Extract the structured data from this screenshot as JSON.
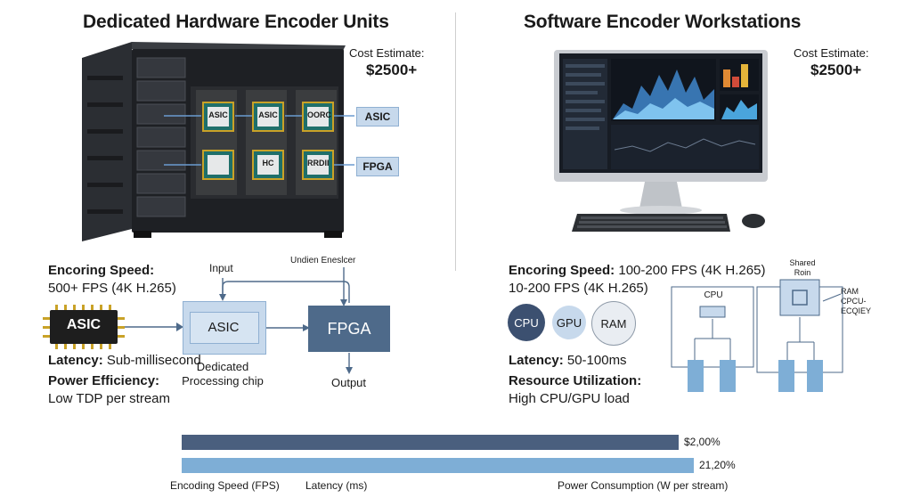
{
  "left": {
    "title": "Dedicated Hardware Encoder Units",
    "cost_label": "Cost Estimate:",
    "cost_value": "$2500+",
    "server_chips": [
      "ASIC",
      "ASIC",
      "OORC",
      "",
      "HC",
      "RRDII"
    ],
    "callouts": [
      "ASIC",
      "FPGA"
    ],
    "speed_label": "Encoring Speed:",
    "speed_value": "500+ FPS (4K H.265)",
    "latency_label": "Latency:",
    "latency_value": "Sub-millisecond",
    "power_label": "Power Efficiency:",
    "power_value": "Low TDP per stream",
    "chip_badge": "ASIC",
    "flow": {
      "input": "Input",
      "top_label": "Undien Eneslcer",
      "asic": "ASIC",
      "fpga": "FPGA",
      "caption_line1": "Dedicated",
      "caption_line2": "Processing chip",
      "output": "Output"
    }
  },
  "right": {
    "title": "Software Encoder Workstations",
    "cost_label": "Cost Estimate:",
    "cost_value": "$2500+",
    "speed_label": "Encoring Speed:",
    "speed_value": "100-200 FPS (4K H.265)",
    "speed_value2": "10-200 FPS (4K H.265)",
    "resources": [
      "CPU",
      "GPU",
      "RAM"
    ],
    "latency_label": "Latency:",
    "latency_value": "50-100ms",
    "resource_label": "Resource Utilization:",
    "resource_value": "High CPU/GPU load",
    "diagram": {
      "cpu": "CPU",
      "shared_line1": "Shared",
      "shared_line2": "Roin",
      "ram_lines": [
        "RAM",
        "CPCU-",
        "ECQIEY"
      ]
    }
  },
  "comparison": {
    "bars": [
      {
        "value_label": "$2,00%",
        "color": "#4a5f7e"
      },
      {
        "value_label": "21,20%",
        "color": "#7eaed6"
      }
    ],
    "axis_labels": [
      "Encoding Speed (FPS)",
      "Latency (ms)",
      "Power Consumption (W per stream)"
    ]
  },
  "colors": {
    "navy": "#3c5070",
    "steel": "#4e6a8a",
    "light_blue": "#c7d9ec",
    "sky": "#7eaed6"
  }
}
